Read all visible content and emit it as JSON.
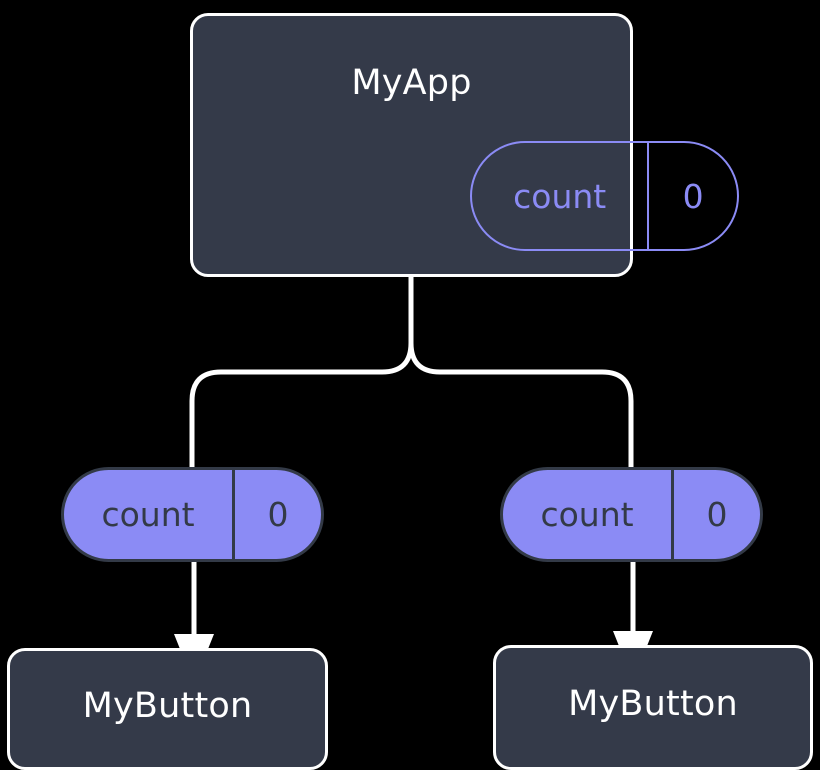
{
  "diagram": {
    "type": "component-state-propagation-tree",
    "background_color": "#000000",
    "palette": {
      "node_fill": "#343a49",
      "node_border": "#ffffff",
      "accent": "#8b8bf5",
      "accent_text_on_fill": "#333a47",
      "edge_color": "#ffffff"
    },
    "root": {
      "title": "MyApp",
      "signal": {
        "name": "count",
        "value": "0"
      }
    },
    "branches": [
      {
        "id": "left",
        "signal": {
          "name": "count",
          "value": "0"
        },
        "child": {
          "title": "MyButton"
        }
      },
      {
        "id": "right",
        "signal": {
          "name": "count",
          "value": "0"
        },
        "child": {
          "title": "MyButton"
        }
      }
    ],
    "edges": [
      {
        "name": "root-split-connector",
        "from": "MyApp",
        "to": [
          "left count pill",
          "right count pill"
        ],
        "style": "rounded-fork"
      },
      {
        "name": "left-prop-arrow",
        "from": "left count pill",
        "to": "left MyButton",
        "style": "straight-arrow"
      },
      {
        "name": "right-prop-arrow",
        "from": "right count pill",
        "to": "right MyButton",
        "style": "straight-arrow"
      }
    ]
  }
}
